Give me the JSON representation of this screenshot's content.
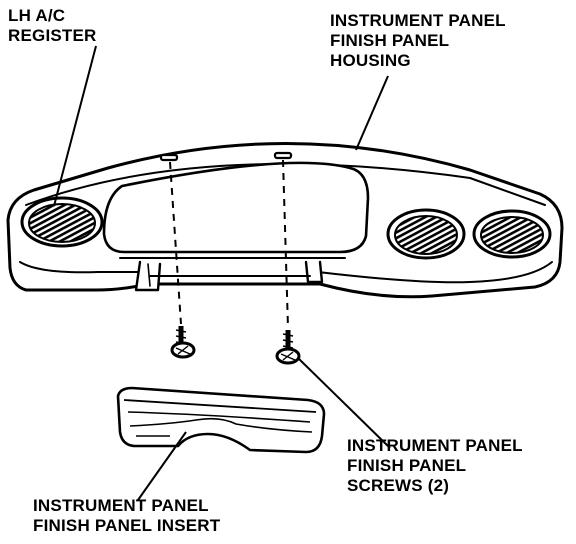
{
  "labels": {
    "register": {
      "line1": "LH A/C",
      "line2": "REGISTER"
    },
    "housing": {
      "line1": "INSTRUMENT PANEL",
      "line2": "FINISH PANEL",
      "line3": "HOUSING"
    },
    "screws": {
      "line1": "INSTRUMENT PANEL",
      "line2": "FINISH PANEL",
      "line3": "SCREWS (2)"
    },
    "insert": {
      "line1": "INSTRUMENT PANEL",
      "line2": "FINISH PANEL INSERT"
    }
  },
  "colors": {
    "ink": "#000000",
    "paper": "#ffffff"
  }
}
